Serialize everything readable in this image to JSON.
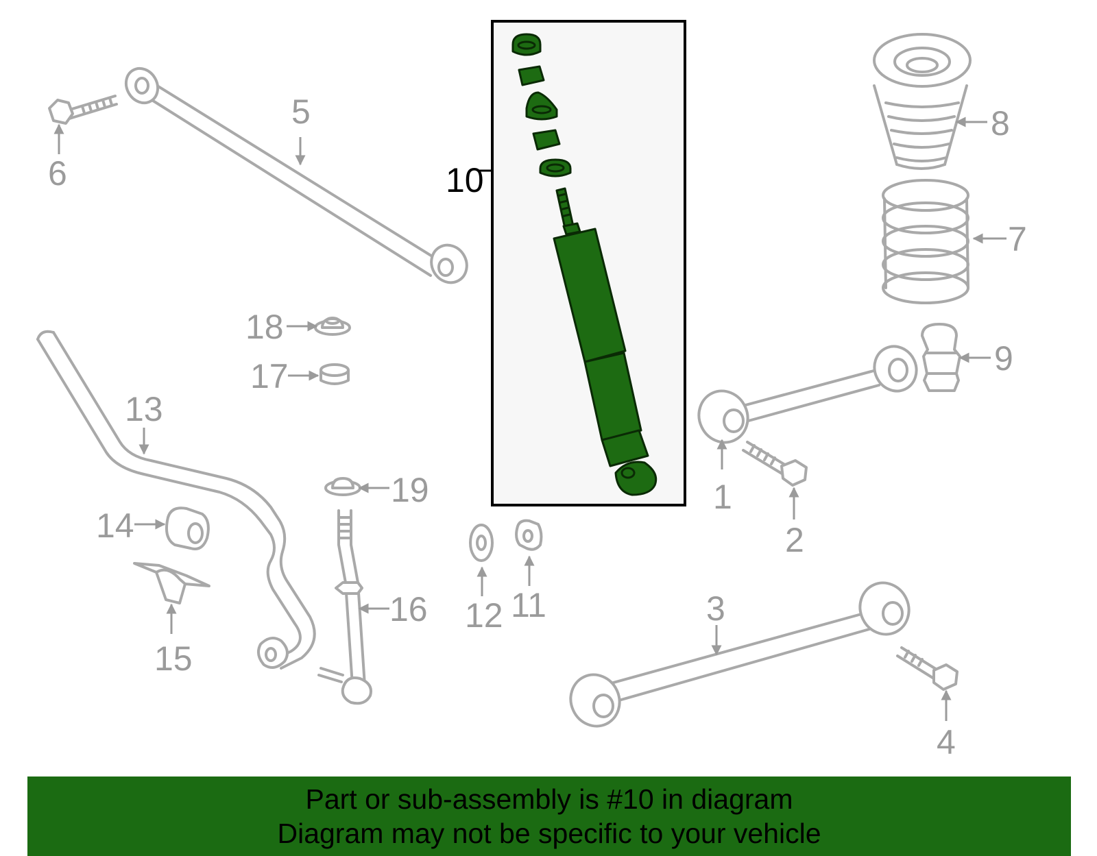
{
  "highlight": {
    "part": "10",
    "box_fill": "#f7f7f7",
    "part_color": "#1d6b12"
  },
  "callouts": {
    "c1": "1",
    "c2": "2",
    "c3": "3",
    "c4": "4",
    "c5": "5",
    "c6": "6",
    "c7": "7",
    "c8": "8",
    "c9": "9",
    "c10": "10",
    "c11": "11",
    "c12": "12",
    "c13": "13",
    "c14": "14",
    "c15": "15",
    "c16": "16",
    "c17": "17",
    "c18": "18",
    "c19": "19"
  },
  "banner": {
    "line1": "Part or sub-assembly is #10 in diagram",
    "line2": "Diagram may not be specific to your vehicle",
    "color": "#1b6b12"
  }
}
